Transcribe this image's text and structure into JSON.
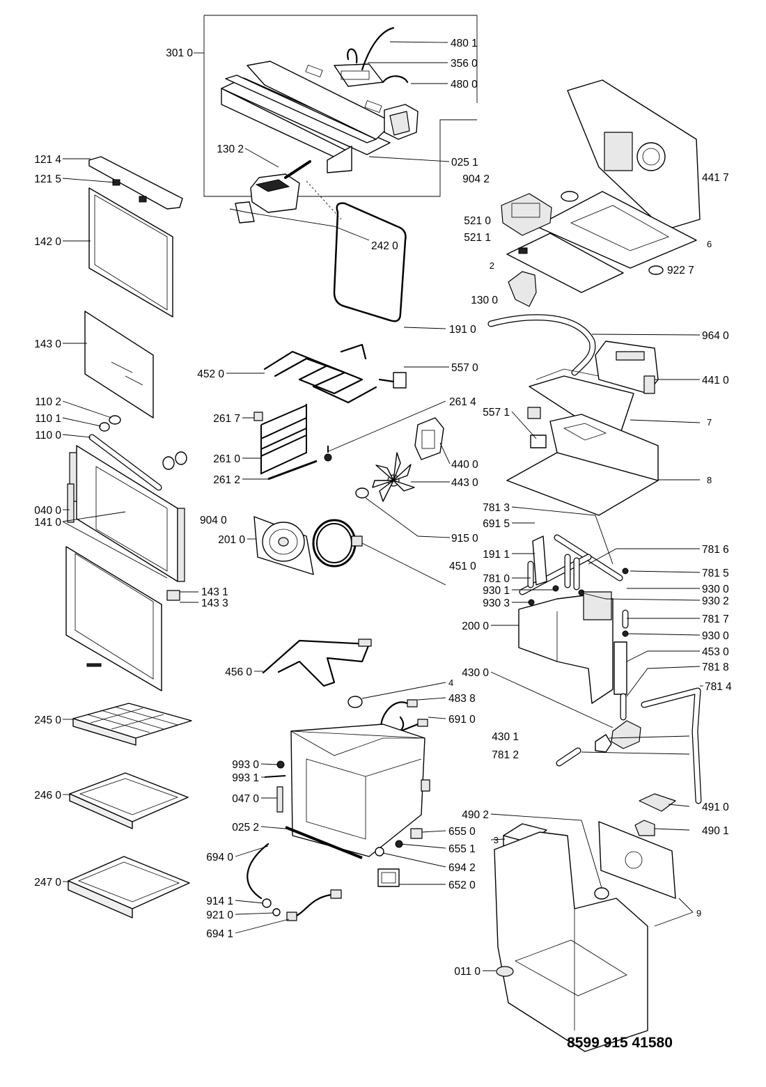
{
  "document_number": "8599 915 41580",
  "callouts": [
    {
      "id": "3010",
      "text": "301 0"
    },
    {
      "id": "4801",
      "text": "480 1"
    },
    {
      "id": "3560",
      "text": "356 0"
    },
    {
      "id": "4800",
      "text": "480 0"
    },
    {
      "id": "1302",
      "text": "130 2"
    },
    {
      "id": "0251",
      "text": "025 1"
    },
    {
      "id": "2420",
      "text": "242 0"
    },
    {
      "id": "1214",
      "text": "121 4"
    },
    {
      "id": "1215",
      "text": "121 5"
    },
    {
      "id": "1420",
      "text": "142 0"
    },
    {
      "id": "1430",
      "text": "143 0"
    },
    {
      "id": "1102",
      "text": "110 2"
    },
    {
      "id": "1101",
      "text": "110 1"
    },
    {
      "id": "1100",
      "text": "110 0"
    },
    {
      "id": "0400",
      "text": "040 0"
    },
    {
      "id": "1410",
      "text": "141 0"
    },
    {
      "id": "1431",
      "text": "143 1"
    },
    {
      "id": "1433",
      "text": "143 3"
    },
    {
      "id": "2450",
      "text": "245 0"
    },
    {
      "id": "2460",
      "text": "246 0"
    },
    {
      "id": "2470",
      "text": "247 0"
    },
    {
      "id": "9042a",
      "text": "904 2"
    },
    {
      "id": "4417",
      "text": "441 7"
    },
    {
      "id": "5210",
      "text": "521 0"
    },
    {
      "id": "5211",
      "text": "521 1"
    },
    {
      "id": "6",
      "text": "6"
    },
    {
      "id": "2",
      "text": "2"
    },
    {
      "id": "9227",
      "text": "922 7"
    },
    {
      "id": "1300",
      "text": "130 0"
    },
    {
      "id": "1910",
      "text": "191 0"
    },
    {
      "id": "9640",
      "text": "964 0"
    },
    {
      "id": "4520",
      "text": "452 0"
    },
    {
      "id": "5570",
      "text": "557 0"
    },
    {
      "id": "4410",
      "text": "441 0"
    },
    {
      "id": "2614",
      "text": "261 4"
    },
    {
      "id": "5571",
      "text": "557 1"
    },
    {
      "id": "2617",
      "text": "261 7"
    },
    {
      "id": "7",
      "text": "7"
    },
    {
      "id": "2610",
      "text": "261 0"
    },
    {
      "id": "4400",
      "text": "440 0"
    },
    {
      "id": "2612",
      "text": "261 2"
    },
    {
      "id": "4430",
      "text": "443 0"
    },
    {
      "id": "8",
      "text": "8"
    },
    {
      "id": "9040",
      "text": "904 0"
    },
    {
      "id": "2010",
      "text": "201 0"
    },
    {
      "id": "9150",
      "text": "915 0"
    },
    {
      "id": "7813",
      "text": "781 3"
    },
    {
      "id": "6915",
      "text": "691 5"
    },
    {
      "id": "7816",
      "text": "781 6"
    },
    {
      "id": "1911",
      "text": "191 1"
    },
    {
      "id": "4510",
      "text": "451 0"
    },
    {
      "id": "7815",
      "text": "781 5"
    },
    {
      "id": "7810",
      "text": "781 0"
    },
    {
      "id": "9300a",
      "text": "930 0"
    },
    {
      "id": "9301",
      "text": "930 1"
    },
    {
      "id": "9303",
      "text": "930 3"
    },
    {
      "id": "9302",
      "text": "930 2"
    },
    {
      "id": "7817",
      "text": "781 7"
    },
    {
      "id": "2000",
      "text": "200 0"
    },
    {
      "id": "9300b",
      "text": "930 0"
    },
    {
      "id": "4530",
      "text": "453 0"
    },
    {
      "id": "7818",
      "text": "781 8"
    },
    {
      "id": "4560",
      "text": "456 0"
    },
    {
      "id": "4300",
      "text": "430 0"
    },
    {
      "id": "7814",
      "text": "781 4"
    },
    {
      "id": "4",
      "text": "4"
    },
    {
      "id": "4838",
      "text": "483 8"
    },
    {
      "id": "6910",
      "text": "691 0"
    },
    {
      "id": "4301",
      "text": "430 1"
    },
    {
      "id": "9930",
      "text": "993 0"
    },
    {
      "id": "7812",
      "text": "781 2"
    },
    {
      "id": "9931",
      "text": "993 1"
    },
    {
      "id": "0470",
      "text": "047 0"
    },
    {
      "id": "4910",
      "text": "491 0"
    },
    {
      "id": "4902",
      "text": "490 2"
    },
    {
      "id": "0252",
      "text": "025 2"
    },
    {
      "id": "6550",
      "text": "655 0"
    },
    {
      "id": "4901",
      "text": "490 1"
    },
    {
      "id": "3",
      "text": "3"
    },
    {
      "id": "6551",
      "text": "655 1"
    },
    {
      "id": "6940",
      "text": "694 0"
    },
    {
      "id": "6942",
      "text": "694 2"
    },
    {
      "id": "6520",
      "text": "652 0"
    },
    {
      "id": "9",
      "text": "9"
    },
    {
      "id": "9141",
      "text": "914 1"
    },
    {
      "id": "9210",
      "text": "921 0"
    },
    {
      "id": "6941",
      "text": "694 1"
    },
    {
      "id": "0110",
      "text": "011 0"
    }
  ]
}
